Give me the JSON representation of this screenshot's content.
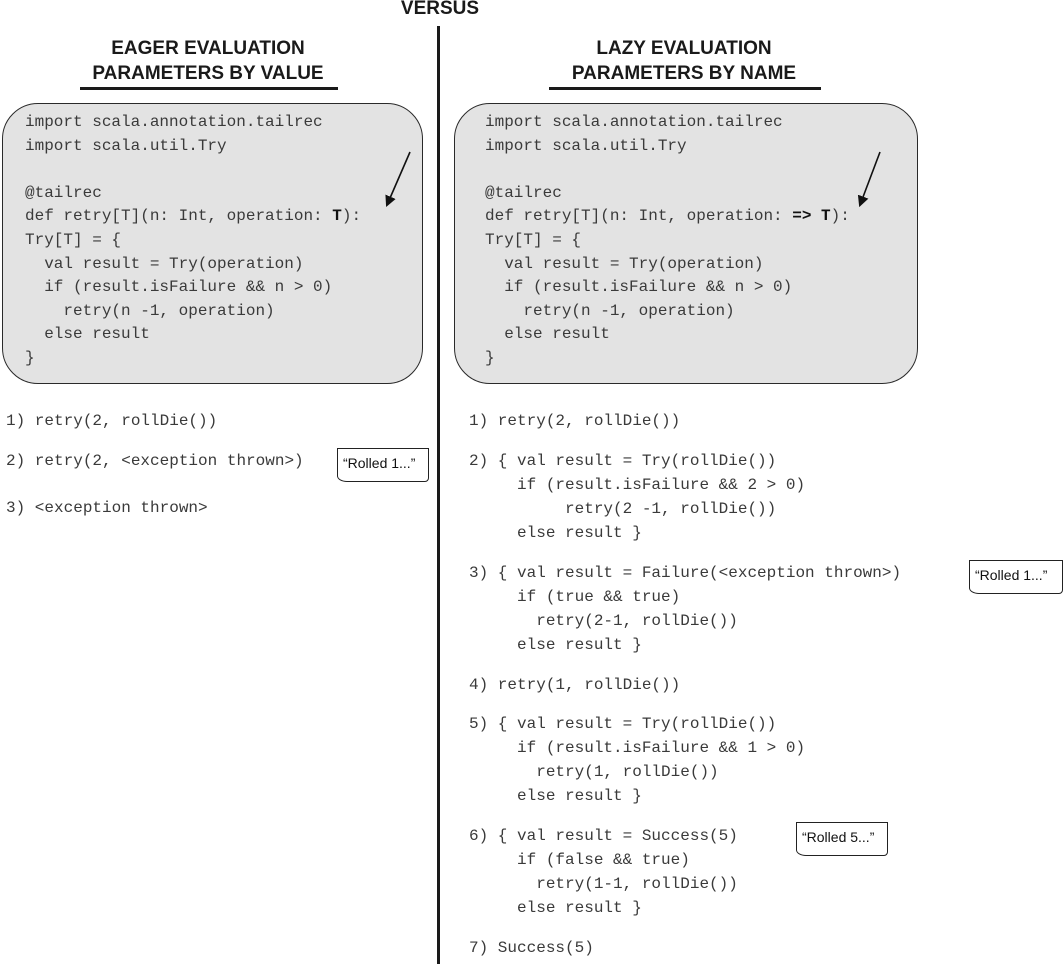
{
  "header": {
    "versus": "VERSUS"
  },
  "eager": {
    "title_line1": "EAGER EVALUATION",
    "title_line2": "PARAMETERS BY VALUE",
    "code": [
      "import scala.annotation.tailrec",
      "import scala.util.Try",
      "",
      "@tailrec",
      "def retry[T](n: Int, operation: ",
      "T",
      "):",
      "Try[T] = {",
      "  val result = Try(operation)",
      "  if (result.isFailure && n > 0)",
      "    retry(n -1, operation)",
      "  else result",
      "}"
    ],
    "steps": [
      "1) retry(2, rollDie())",
      "2) retry(2, <exception thrown>)",
      "3) <exception thrown>"
    ],
    "note": "“Rolled 1...”"
  },
  "lazy": {
    "title_line1": "LAZY EVALUATION",
    "title_line2": "PARAMETERS BY NAME",
    "code": [
      "import scala.annotation.tailrec",
      "import scala.util.Try",
      "",
      "@tailrec",
      "def retry[T](n: Int, operation: ",
      "=> T",
      "):",
      "Try[T] = {",
      "  val result = Try(operation)",
      "  if (result.isFailure && n > 0)",
      "    retry(n -1, operation)",
      "  else result",
      "}"
    ],
    "steps": [
      "1) retry(2, rollDie())",
      "2) { val result = Try(rollDie())\n     if (result.isFailure && 2 > 0)\n          retry(2 -1, rollDie())\n     else result }",
      "3) { val result = Failure(<exception thrown>)\n     if (true && true)\n       retry(2-1, rollDie())\n     else result }",
      "4) retry(1, rollDie())",
      "5) { val result = Try(rollDie())\n     if (result.isFailure && 1 > 0)\n       retry(1, rollDie())\n     else result }",
      "6) { val result = Success(5)\n     if (false && true)\n       retry(1-1, rollDie())\n     else result }",
      "7) Success(5)"
    ],
    "notes": [
      "“Rolled 1...”",
      "“Rolled 5...”"
    ]
  }
}
